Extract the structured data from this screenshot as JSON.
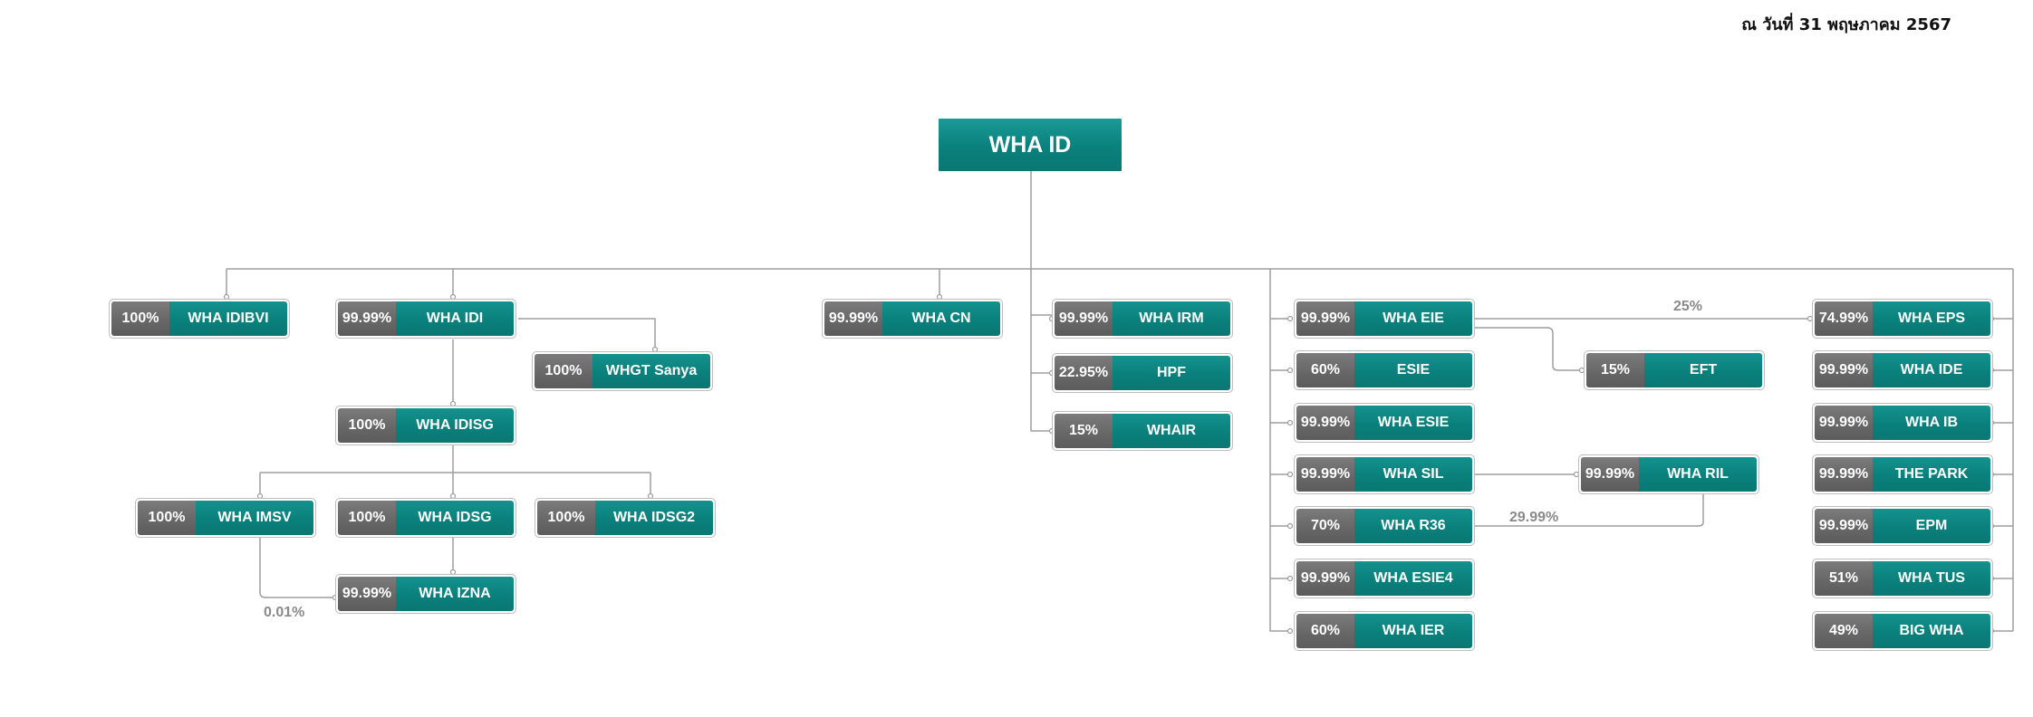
{
  "date_label": "ณ วันที่ 31 พฤษภาคม 2567",
  "root": "WHA ID",
  "nodes": [
    {
      "id": "idibvi",
      "pct": "100%",
      "name": "WHA IDIBVI"
    },
    {
      "id": "idi",
      "pct": "99.99%",
      "name": "WHA IDI"
    },
    {
      "id": "sanya",
      "pct": "100%",
      "name": "WHGT Sanya"
    },
    {
      "id": "idisg",
      "pct": "100%",
      "name": "WHA IDISG"
    },
    {
      "id": "imsv",
      "pct": "100%",
      "name": "WHA IMSV"
    },
    {
      "id": "idsg",
      "pct": "100%",
      "name": "WHA IDSG"
    },
    {
      "id": "idsg2",
      "pct": "100%",
      "name": "WHA IDSG2"
    },
    {
      "id": "izna",
      "pct": "99.99%",
      "name": "WHA IZNA"
    },
    {
      "id": "cn",
      "pct": "99.99%",
      "name": "WHA CN"
    },
    {
      "id": "irm",
      "pct": "99.99%",
      "name": "WHA IRM"
    },
    {
      "id": "hpf",
      "pct": "22.95%",
      "name": "HPF"
    },
    {
      "id": "whair",
      "pct": "15%",
      "name": "WHAIR"
    },
    {
      "id": "eie",
      "pct": "99.99%",
      "name": "WHA EIE"
    },
    {
      "id": "esie",
      "pct": "60%",
      "name": "ESIE"
    },
    {
      "id": "whaesie",
      "pct": "99.99%",
      "name": "WHA ESIE"
    },
    {
      "id": "sil",
      "pct": "99.99%",
      "name": "WHA SIL"
    },
    {
      "id": "r36",
      "pct": "70%",
      "name": "WHA R36"
    },
    {
      "id": "esie4",
      "pct": "99.99%",
      "name": "WHA ESIE4"
    },
    {
      "id": "ier",
      "pct": "60%",
      "name": "WHA IER"
    },
    {
      "id": "eft",
      "pct": "15%",
      "name": "EFT"
    },
    {
      "id": "ril",
      "pct": "99.99%",
      "name": "WHA RIL"
    },
    {
      "id": "eps",
      "pct": "74.99%",
      "name": "WHA EPS"
    },
    {
      "id": "ide",
      "pct": "99.99%",
      "name": "WHA IDE"
    },
    {
      "id": "ib",
      "pct": "99.99%",
      "name": "WHA IB"
    },
    {
      "id": "park",
      "pct": "99.99%",
      "name": "THE PARK"
    },
    {
      "id": "epm",
      "pct": "99.99%",
      "name": "EPM"
    },
    {
      "id": "tus",
      "pct": "51%",
      "name": "WHA TUS"
    },
    {
      "id": "bigwha",
      "pct": "49%",
      "name": "BIG WHA"
    }
  ],
  "link_labels": {
    "izna_extra": "0.01%",
    "eps_extra": "25%",
    "r36_extra": "29.99%"
  }
}
